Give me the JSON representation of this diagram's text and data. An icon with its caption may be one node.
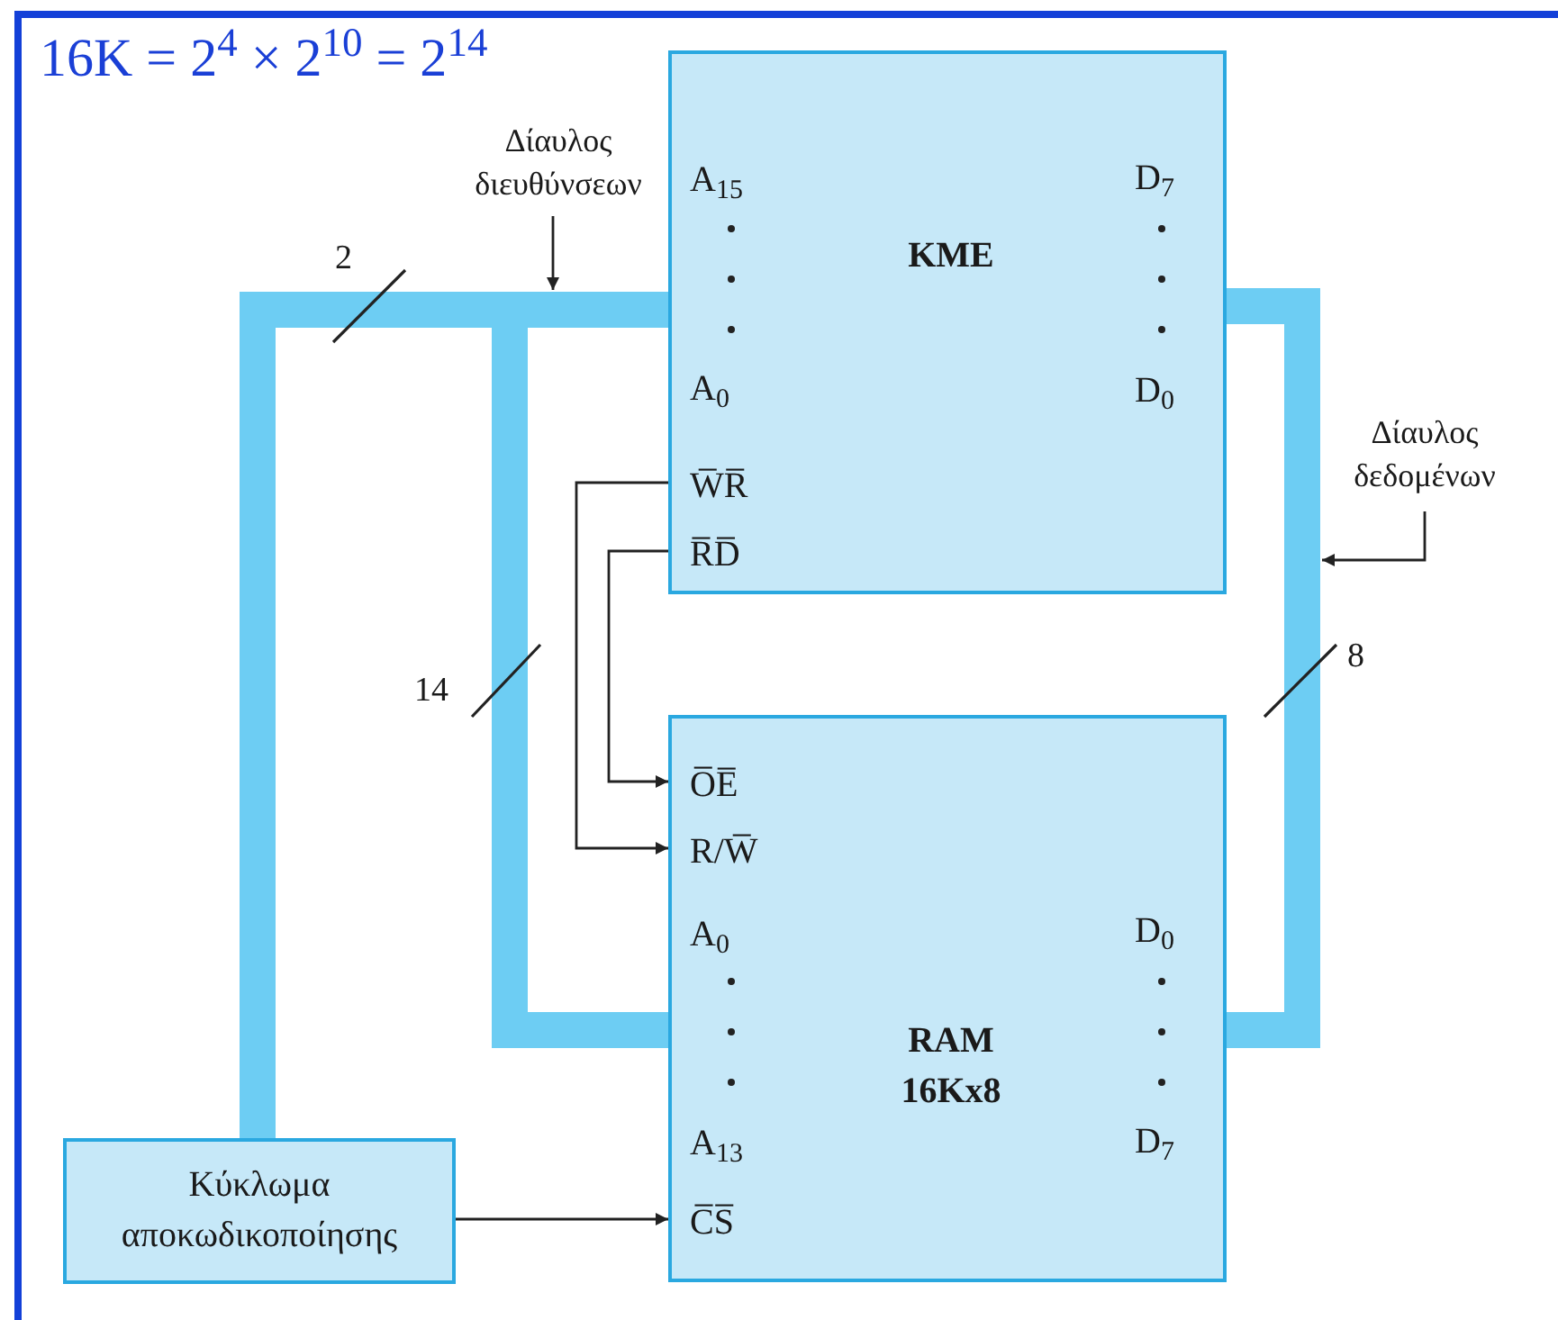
{
  "diagram": {
    "title": "16K = 2$^{4}$ × 2$^{10}$ = 2$^{14}$",
    "nodes": [
      {
        "text": [
          "KME"
        ]
      },
      {
        "text": [
          "A$_{15}$"
        ],
        "in": 0
      },
      {
        "text": [
          "A$_{0}$"
        ],
        "in": 0
      },
      {
        "text": [
          "D$_{7}$"
        ],
        "in": 0
      },
      {
        "text": [
          "D$_{0}$"
        ],
        "in": 0
      },
      {
        "text": [
          "W̅R̅"
        ],
        "in": 0
      },
      {
        "text": [
          "R̅D̅"
        ],
        "in": 0
      },
      {
        "text": [
          "RAM 16Kx8"
        ]
      },
      {
        "text": [
          "O̅E̅"
        ],
        "in": 7
      },
      {
        "text": [
          "R/W̅"
        ],
        "in": 7
      },
      {
        "text": [
          "A$_{0}$"
        ],
        "in": 7
      },
      {
        "text": [
          "A$_{13}$"
        ],
        "in": 7
      },
      {
        "text": [
          "C̅S̅"
        ],
        "in": 7
      },
      {
        "text": [
          "D$_{0}$"
        ],
        "in": 7
      },
      {
        "text": [
          "D$_{7}$"
        ],
        "in": 7
      },
      {
        "text": [
          "Κύκλωμα αποκωδικοποίησης"
        ]
      },
      {
        "text": [
          "Δίαυλος διευθύνσεων"
        ]
      },
      {
        "text": [
          "Δίαυλος δεδομένων"
        ]
      }
    ],
    "edges": [
      {
        "from": 5,
        "to": 9,
        "arrow": "to"
      },
      {
        "from": 6,
        "to": 8,
        "arrow": "to"
      },
      {
        "from": 15,
        "to": 12,
        "arrow": "to"
      },
      {
        "from": 0,
        "to": 7,
        "arrow": "none",
        "style": "thick",
        "color": "#6dcdf3"
      },
      {
        "from": 0,
        "to": 15,
        "arrow": "none",
        "style": "thick",
        "color": "#6dcdf3"
      },
      {
        "from": 0,
        "to": 7,
        "arrow": "none",
        "style": "thick",
        "color": "#6dcdf3"
      },
      {
        "from": 16,
        "to": null,
        "arrow": "to"
      },
      {
        "from": 17,
        "to": null,
        "arrow": "to"
      }
    ],
    "labels": [
      "2",
      "14",
      "8"
    ]
  }
}
